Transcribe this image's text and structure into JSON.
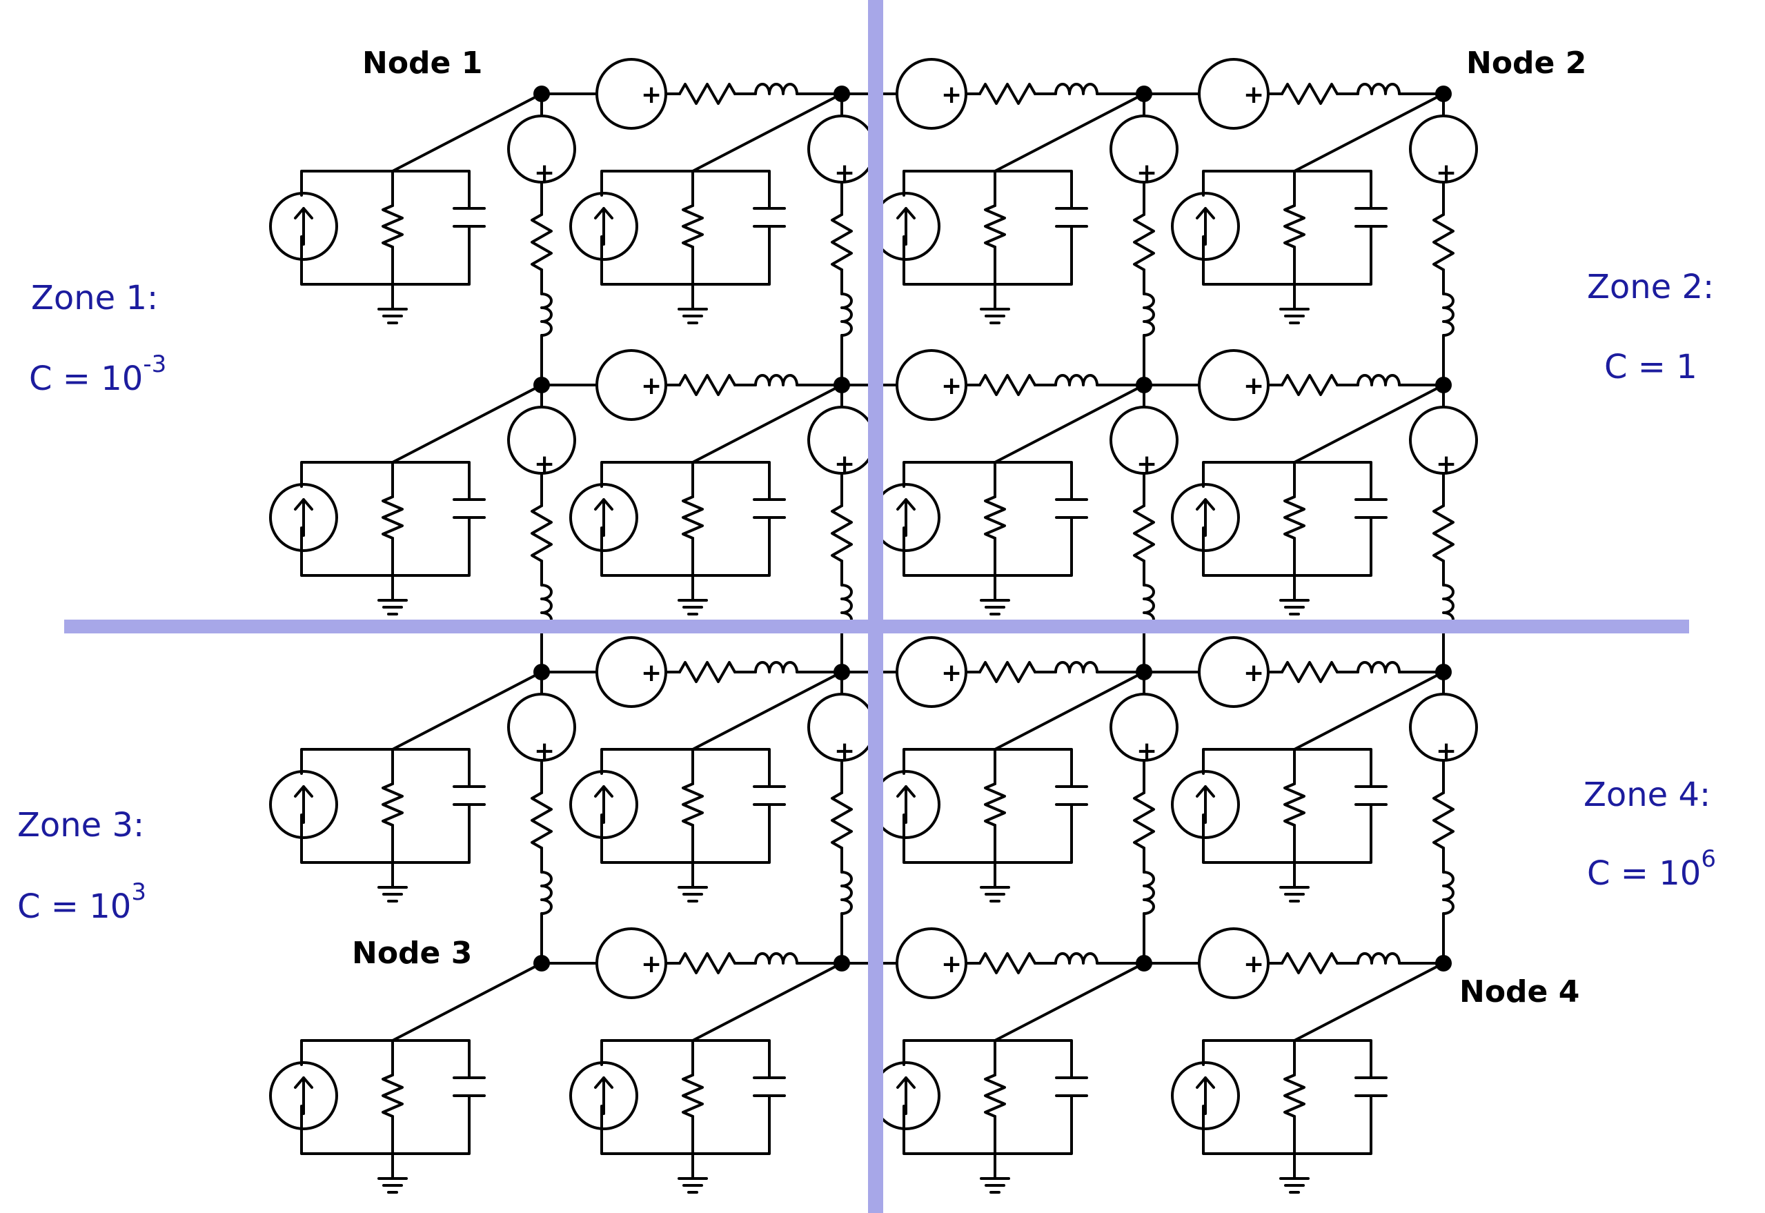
{
  "grid": {
    "rows": 4,
    "cols": 4
  },
  "colors": {
    "wire": "#000000",
    "zone_divider": "#a7a7e8",
    "zone_text": "#1c1c9e"
  },
  "nodes": [
    {
      "id": "node-1",
      "label": "Node 1",
      "row": 0,
      "col": 0
    },
    {
      "id": "node-2",
      "label": "Node 2",
      "row": 0,
      "col": 3
    },
    {
      "id": "node-3",
      "label": "Node 3",
      "row": 3,
      "col": 0
    },
    {
      "id": "node-4",
      "label": "Node 4",
      "row": 3,
      "col": 3
    }
  ],
  "zones": [
    {
      "id": "zone-1",
      "title": "Zone 1:",
      "c_prefix": "C = ",
      "c_base": "10",
      "c_exp": "-3"
    },
    {
      "id": "zone-2",
      "title": "Zone 2:",
      "c_prefix": "C = ",
      "c_base": "1",
      "c_exp": ""
    },
    {
      "id": "zone-3",
      "title": "Zone 3:",
      "c_prefix": "C = ",
      "c_base": "10",
      "c_exp": "3"
    },
    {
      "id": "zone-4",
      "title": "Zone 4:",
      "c_prefix": "C = ",
      "c_base": "10",
      "c_exp": "6"
    }
  ],
  "symbols": {
    "plus": "+",
    "arrow": "↑"
  }
}
